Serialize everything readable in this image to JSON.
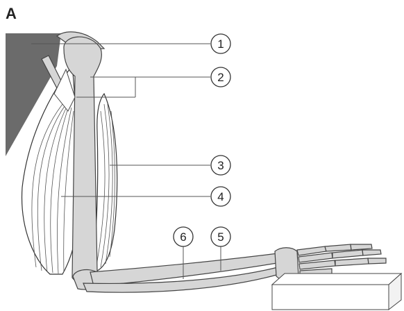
{
  "figure": {
    "panel_label": "A",
    "callouts": [
      {
        "id": "c1",
        "label": "1"
      },
      {
        "id": "c2",
        "label": "2"
      },
      {
        "id": "c3",
        "label": "3"
      },
      {
        "id": "c4",
        "label": "4"
      },
      {
        "id": "c5",
        "label": "5"
      },
      {
        "id": "c6",
        "label": "6"
      }
    ],
    "colors": {
      "shoulder": "#6b6b6b",
      "bone": "#d6d6d6",
      "outline": "#333333"
    }
  }
}
